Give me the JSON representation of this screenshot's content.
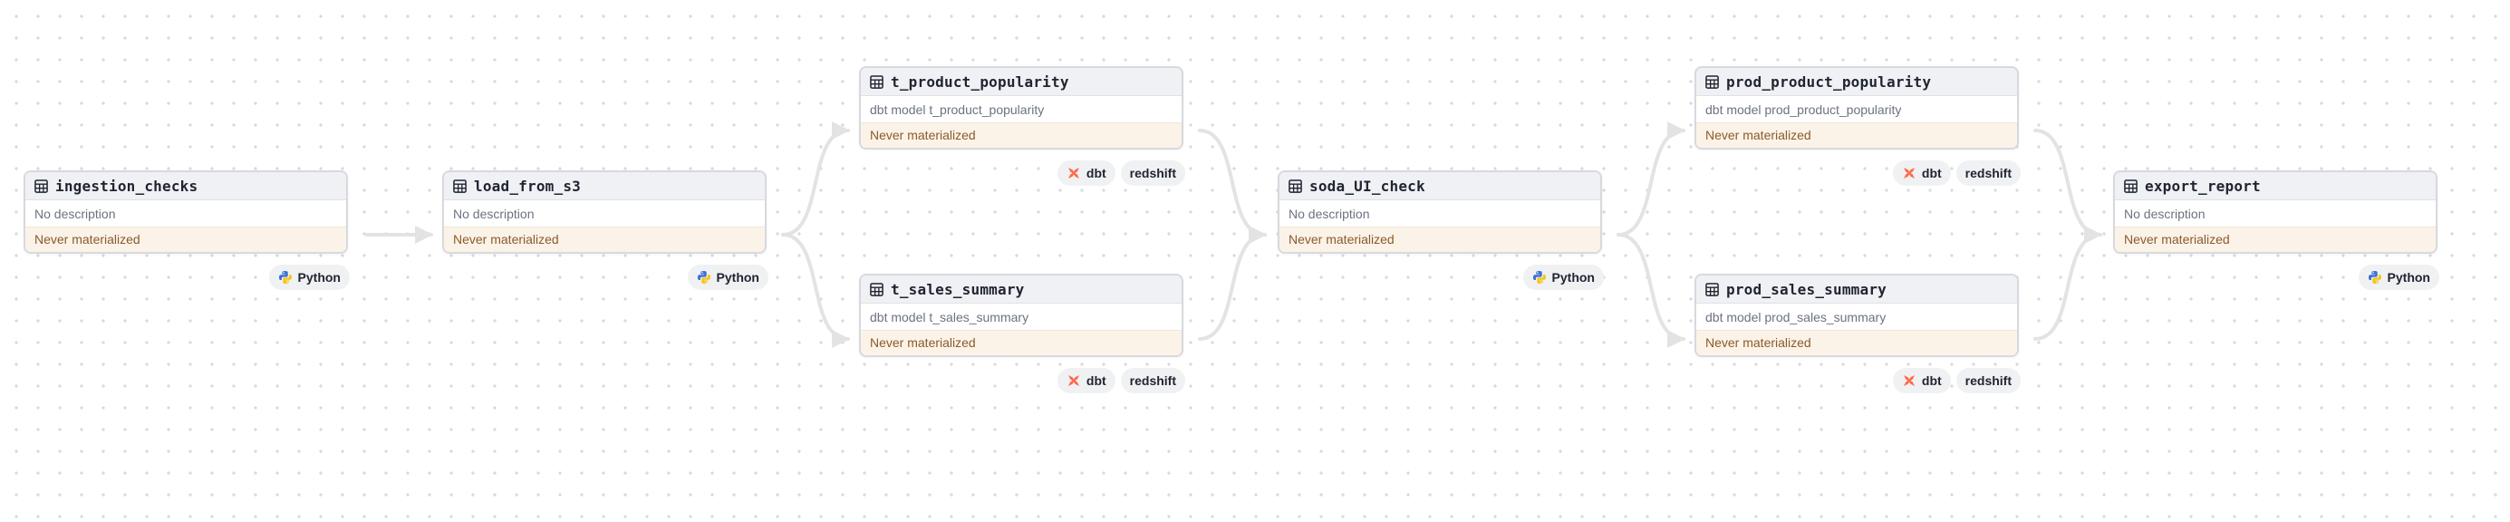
{
  "nodes": [
    {
      "id": "ingestion_checks",
      "title": "ingestion_checks",
      "description": "No description",
      "status": "Never materialized",
      "tags": [
        {
          "label": "Python",
          "icon": "python-icon"
        }
      ]
    },
    {
      "id": "load_from_s3",
      "title": "load_from_s3",
      "description": "No description",
      "status": "Never materialized",
      "tags": [
        {
          "label": "Python",
          "icon": "python-icon"
        }
      ]
    },
    {
      "id": "t_product_popularity",
      "title": "t_product_popularity",
      "description": "dbt model t_product_popularity",
      "status": "Never materialized",
      "tags": [
        {
          "label": "dbt",
          "icon": "dbt-icon"
        },
        {
          "label": "redshift",
          "icon": ""
        }
      ]
    },
    {
      "id": "t_sales_summary",
      "title": "t_sales_summary",
      "description": "dbt model t_sales_summary",
      "status": "Never materialized",
      "tags": [
        {
          "label": "dbt",
          "icon": "dbt-icon"
        },
        {
          "label": "redshift",
          "icon": ""
        }
      ]
    },
    {
      "id": "soda_UI_check",
      "title": "soda_UI_check",
      "description": "No description",
      "status": "Never materialized",
      "tags": [
        {
          "label": "Python",
          "icon": "python-icon"
        }
      ]
    },
    {
      "id": "prod_product_popularity",
      "title": "prod_product_popularity",
      "description": "dbt model prod_product_popularity",
      "status": "Never materialized",
      "tags": [
        {
          "label": "dbt",
          "icon": "dbt-icon"
        },
        {
          "label": "redshift",
          "icon": ""
        }
      ]
    },
    {
      "id": "prod_sales_summary",
      "title": "prod_sales_summary",
      "description": "dbt model prod_sales_summary",
      "status": "Never materialized",
      "tags": [
        {
          "label": "dbt",
          "icon": "dbt-icon"
        },
        {
          "label": "redshift",
          "icon": ""
        }
      ]
    },
    {
      "id": "export_report",
      "title": "export_report",
      "description": "No description",
      "status": "Never materialized",
      "tags": [
        {
          "label": "Python",
          "icon": "python-icon"
        }
      ]
    }
  ],
  "colors": {
    "edge": "#e3e3e3",
    "status_bg": "#fbf3e8",
    "status_text": "#8a5a2b",
    "dbt": "#ff694b",
    "python_blue": "#3b6fd8",
    "python_yellow": "#f5c518"
  }
}
